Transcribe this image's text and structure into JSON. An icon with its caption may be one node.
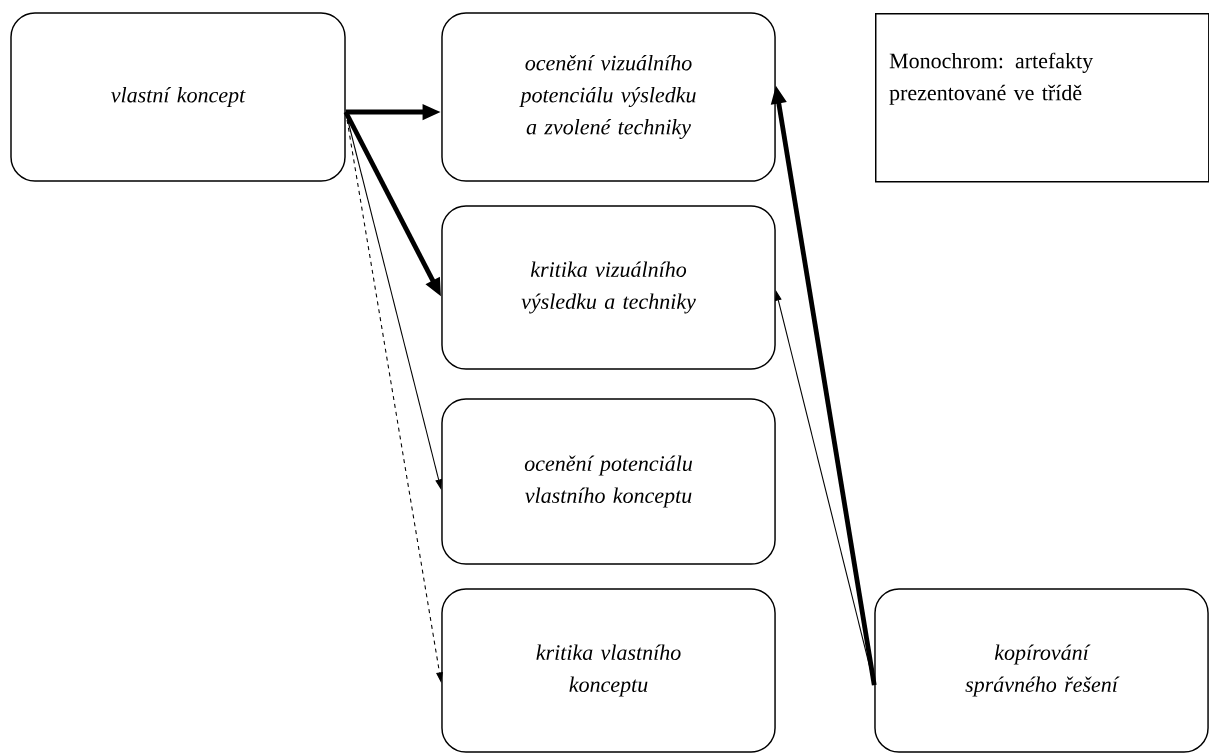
{
  "diagram": {
    "nodes": [
      {
        "text": [
          "vlastní koncept"
        ]
      },
      {
        "text": [
          "ocenění vizuálního potenciálu výsledku a zvolené techniky"
        ]
      },
      {
        "text": [
          "Monochrom: artefakty prezentované ve třídě"
        ]
      },
      {
        "text": [
          "kritika vizuálního výsledku a techniky"
        ]
      },
      {
        "text": [
          "ocenění potenciálu vlastního konceptu"
        ]
      },
      {
        "text": [
          "kritika vlastního konceptu"
        ]
      },
      {
        "text": [
          "kopírování správného řešení"
        ]
      }
    ],
    "edges": [
      {
        "from": 0,
        "to": 1,
        "arrow": "to",
        "style": "thick"
      },
      {
        "from": 0,
        "to": 3,
        "arrow": "to",
        "style": "thick"
      },
      {
        "from": 0,
        "to": 4,
        "arrow": "to"
      },
      {
        "from": 0,
        "to": 5,
        "arrow": "to",
        "style": "dashed"
      },
      {
        "from": 6,
        "to": 1,
        "arrow": "to",
        "style": "thick"
      },
      {
        "from": 6,
        "to": 3,
        "arrow": "to"
      }
    ]
  }
}
